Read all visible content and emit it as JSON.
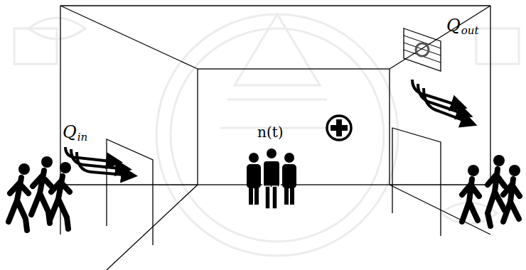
{
  "diagram": {
    "labels": [
      "Q",
      "in",
      "n(t)",
      "Q",
      "out"
    ]
  }
}
